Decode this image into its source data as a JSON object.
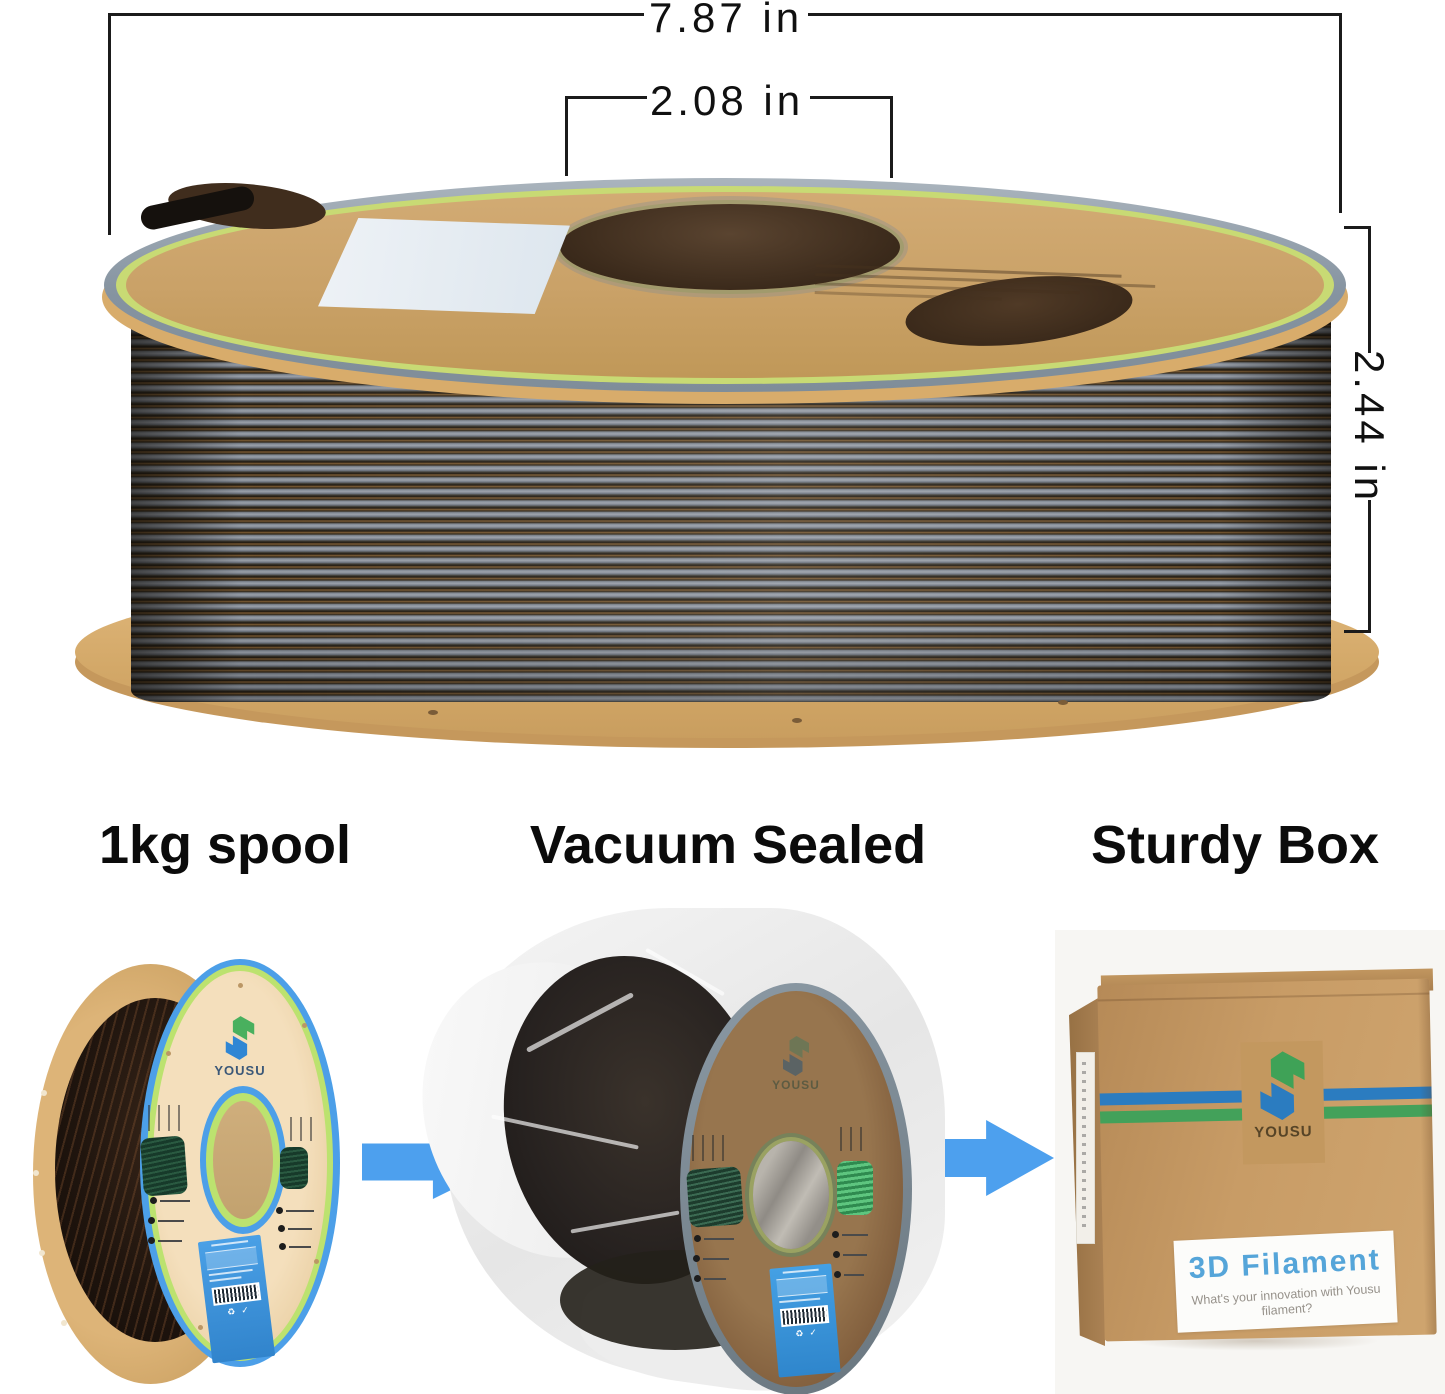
{
  "annotations": {
    "outer_diameter": "7.87 in",
    "hub_diameter": "2.08 in",
    "height": "2.44 in"
  },
  "feature_labels": [
    "1kg spool",
    "Vacuum Sealed",
    "Sturdy Box"
  ],
  "brand": {
    "name": "YOUSU"
  },
  "box": {
    "label_title": "3D Filament",
    "label_tagline": "What's your innovation with Yousu filament?"
  },
  "icons": {
    "right_arrow": "right-arrow made of blue CSS/SVG polygon",
    "yousu_logo": "interlocked green/blue hexagon chevrons",
    "barcode": "striped CSS gradient",
    "recycle": "♻",
    "check": "✓"
  },
  "colors": {
    "annotation_line": "#1b1b1b",
    "arrow_blue": "#4da0ee",
    "cardboard_tan": "#c9a167",
    "flange_tan": "#d9ae6e",
    "rim_blue_gray": "#8a98a5",
    "ring_yellow_green": "#c8da74",
    "spool_face_cream": "#f0d8b1",
    "spool_ring_blue": "#4c9fe8",
    "spool_ring_green": "#bce26f",
    "sticker_blue": "#3f93de",
    "box_stripe_blue": "#2b7cc0",
    "box_stripe_green": "#43a15a",
    "box_title_blue": "#55a5d9",
    "filament_dark": "#2a2118",
    "filament_sheen_gray": "#7b828c",
    "filament_amber": "#7a5a33",
    "window_filament_green": "#3f9e62"
  }
}
